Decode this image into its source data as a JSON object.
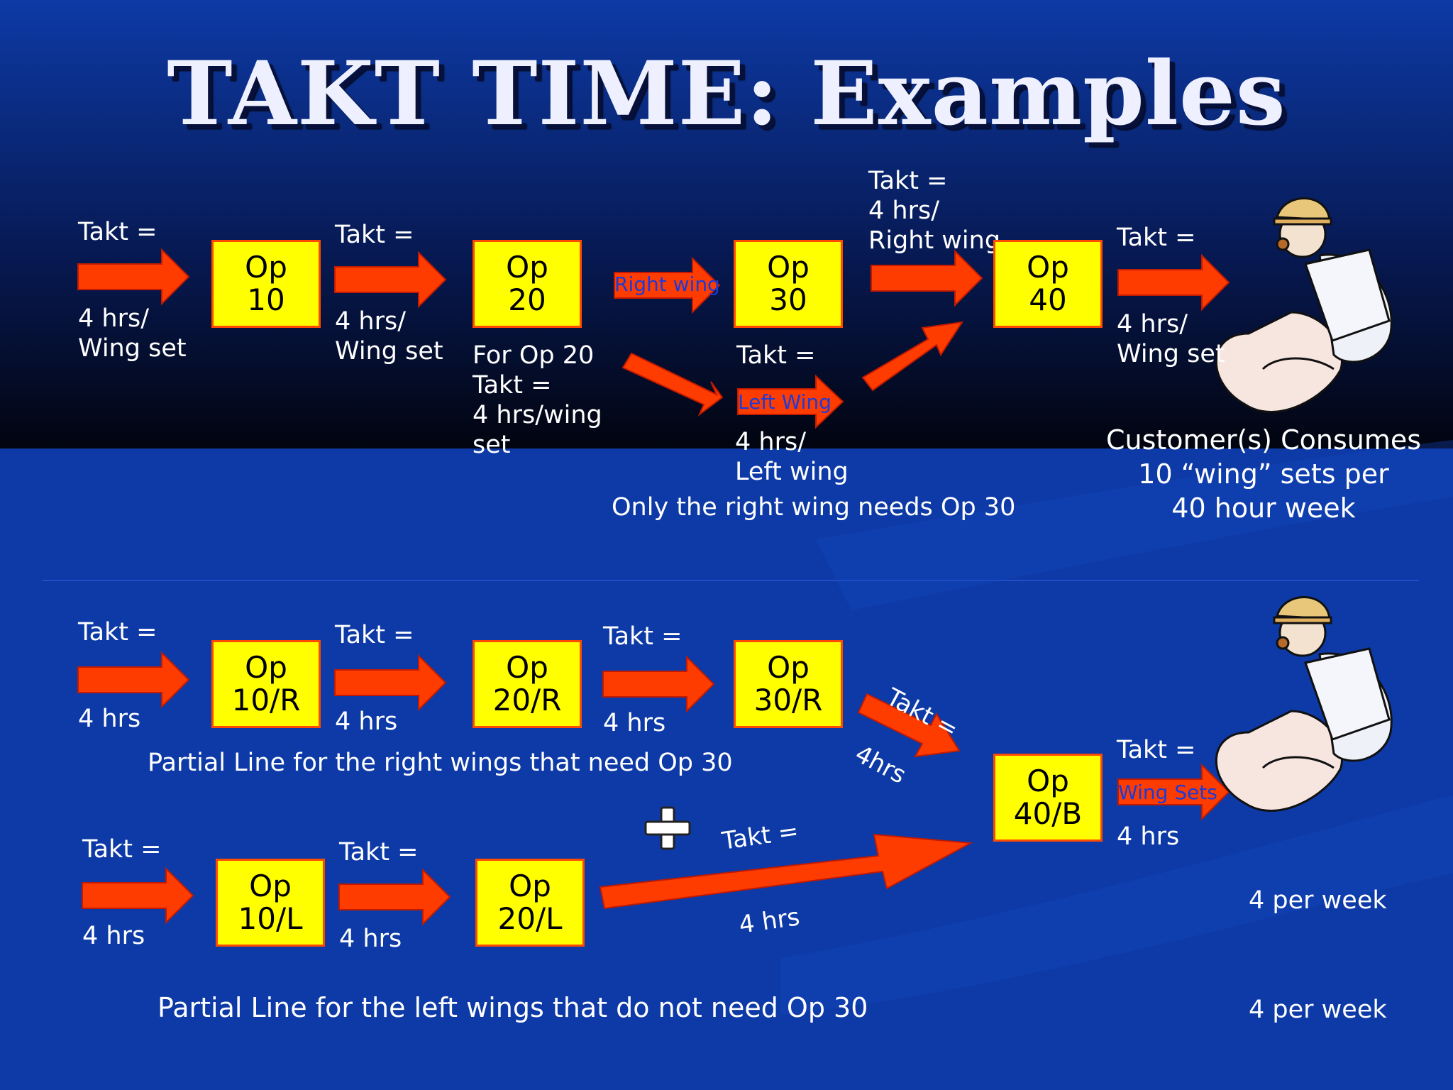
{
  "title": "TAKT TIME: Examples",
  "colors": {
    "arrow": "#ff3c00",
    "box_fill": "#ffff00",
    "box_border": "#ff4a00",
    "background_top": "#0a1a66",
    "background_bottom": "#0d3aa6"
  },
  "top": {
    "ops": [
      {
        "line1": "Op",
        "line2": "10"
      },
      {
        "line1": "Op",
        "line2": "20"
      },
      {
        "line1": "Op",
        "line2": "30"
      },
      {
        "line1": "Op",
        "line2": "40"
      }
    ],
    "labels": {
      "a1_top": "Takt =",
      "a1_bottom": "4 hrs/\nWing set",
      "a2_top": "Takt =",
      "a2_bottom": "4 hrs/\nWing set",
      "op20_note": "For Op 20\nTakt =\n4 hrs/wing\nset",
      "right_wing": "Right wing",
      "left_wing": "Left Wing",
      "op30_takt": "Takt =",
      "left_wing_takt": "4 hrs/\nLeft wing",
      "right_wing_takt": "Takt =\n4 hrs/\nRight wing",
      "a5_top": "Takt =",
      "a5_bottom": "4 hrs/\nWing set",
      "only_right": "Only the right wing needs Op 30",
      "customer": "Customer(s) Consumes\n10 “wing” sets per\n40 hour week"
    }
  },
  "bottom": {
    "ops_right": [
      {
        "line1": "Op",
        "line2": "10/R"
      },
      {
        "line1": "Op",
        "line2": "20/R"
      },
      {
        "line1": "Op",
        "line2": "30/R"
      }
    ],
    "ops_left": [
      {
        "line1": "Op",
        "line2": "10/L"
      },
      {
        "line1": "Op",
        "line2": "20/L"
      }
    ],
    "op_final": {
      "line1": "Op",
      "line2": "40/B"
    },
    "labels": {
      "r1_top": "Takt =",
      "r1_bottom": "4 hrs",
      "r2_top": "Takt =",
      "r2_bottom": "4 hrs",
      "r3_top": "Takt =",
      "r3_bottom": "4 hrs",
      "diag_top": "Takt =",
      "diag_bottom": "4hrs",
      "partial_right": "Partial Line for the right wings that need Op 30",
      "l1_top": "Takt =",
      "l1_bottom": "4 hrs",
      "l2_top": "Takt =",
      "l2_bottom": "4 hrs",
      "long_top": "Takt =",
      "long_bottom": "4 hrs",
      "final_top": "Takt =",
      "final_bottom": "4 hrs",
      "wing_sets": "Wing Sets",
      "per_week_1": "4 per week",
      "per_week_2": "4 per week",
      "partial_left": "Partial Line for the left wings that do not need Op 30"
    }
  }
}
